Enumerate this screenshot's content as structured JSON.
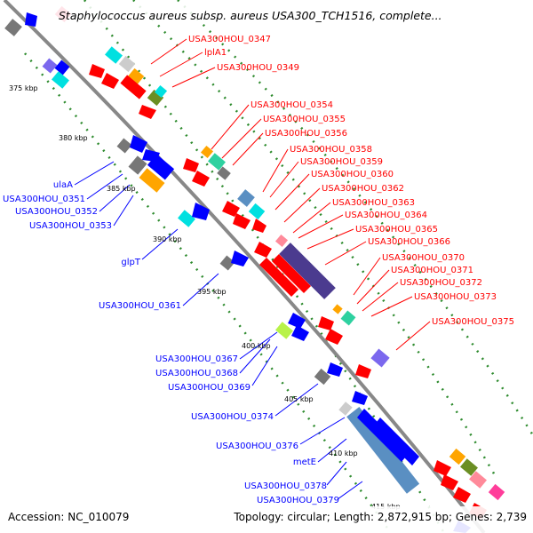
{
  "title": "Staphylococcus aureus subsp. aureus USA300_TCH1516, complete...",
  "footer": {
    "accession": "Accession: NC_010079",
    "summary": "Topology: circular; Length: 2,872,915 bp; Genes: 2,739"
  },
  "ticks": [
    "375 kbp",
    "380 kbp",
    "385 kbp",
    "390 kbp",
    "395 kbp",
    "400 kbp",
    "405 kbp",
    "410 kbp",
    "415 kbp"
  ],
  "labels_outer": [
    "USA300HOU_0347",
    "lplA1",
    "USA300HOU_0349",
    "USA300HOU_0354",
    "USA300HOU_0355",
    "USA300HOU_0356",
    "USA300HOU_0358",
    "USA300HOU_0359",
    "USA300HOU_0360",
    "USA300HOU_0362",
    "USA300HOU_0363",
    "USA300HOU_0364",
    "USA300HOU_0365",
    "USA300HOU_0366",
    "USA300HOU_0370",
    "USA300HOU_0371",
    "USA300HOU_0372",
    "USA300HOU_0373",
    "USA300HOU_0375"
  ],
  "labels_inner": [
    "ulaA",
    "USA300HOU_0351",
    "USA300HOU_0352",
    "USA300HOU_0353",
    "glpT",
    "USA300HOU_0361",
    "USA300HOU_0367",
    "USA300HOU_0368",
    "USA300HOU_0369",
    "USA300HOU_0374",
    "USA300HOU_0376",
    "metE",
    "USA300HOU_0378",
    "USA300HOU_0379"
  ],
  "colors": {
    "backbone": "#888888",
    "dotted_track": "#2e8b2e",
    "outer_label": "#ff0000",
    "inner_label": "#0000ff",
    "cds_forward": "#ff0000",
    "cds_reverse": "#0000ff",
    "cluster_dark": "#4b3b8f",
    "cluster_blue": "#5a8fc2",
    "orange": "#ffa500",
    "cyan": "#00d0d0",
    "gray": "#777777"
  }
}
